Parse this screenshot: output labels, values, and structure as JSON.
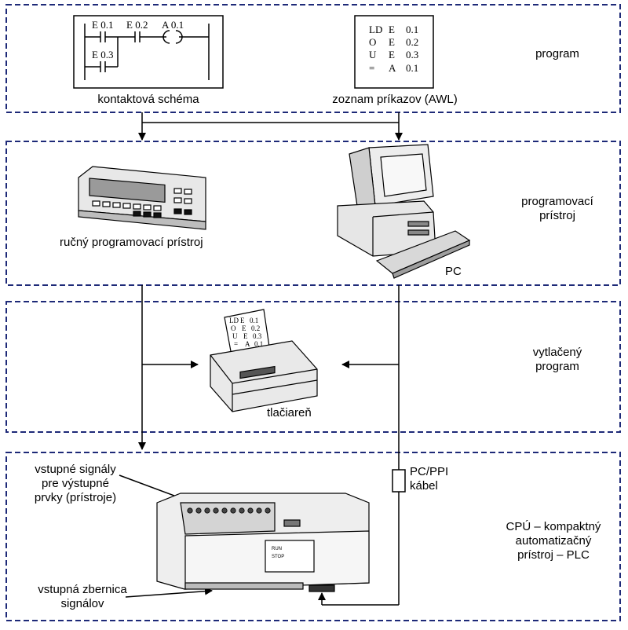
{
  "sections": {
    "program": {
      "label": "program"
    },
    "programmer": {
      "label_line1": "programovací",
      "label_line2": "prístroj"
    },
    "printed": {
      "label_line1": "vytlačený",
      "label_line2": "program"
    },
    "cpu": {
      "label_line1": "CPÚ – kompaktný",
      "label_line2": "automatizačný",
      "label_line3": "prístroj – PLC"
    }
  },
  "ladder": {
    "caption": "kontaktová schéma",
    "contact_1": "E 0.1",
    "contact_2": "E 0.2",
    "coil": "A 0.1",
    "contact_3": "E 0.3"
  },
  "awl": {
    "caption": "zoznam príkazov (AWL)",
    "lines": [
      [
        "LD",
        "E",
        "0.1"
      ],
      [
        "O",
        "E",
        "0.2"
      ],
      [
        "U",
        "E",
        "0.3"
      ],
      [
        "=",
        "A",
        "0.1"
      ]
    ]
  },
  "devices": {
    "handheld": "ručný programovací prístroj",
    "pc": "PC",
    "printer": "tlačiareň",
    "cable_line1": "PC/PPI",
    "cable_line2": "kábel"
  },
  "plc": {
    "input_signals_line1": "vstupné signály",
    "input_signals_line2": "pre výstupné",
    "input_signals_line3": "prvky (prístroje)",
    "bus_line1": "vstupná zbernica",
    "bus_line2": "signálov",
    "run": "RUN",
    "stop": "STOP"
  },
  "colors": {
    "frame": "#1e2a78",
    "ink": "#000000"
  }
}
